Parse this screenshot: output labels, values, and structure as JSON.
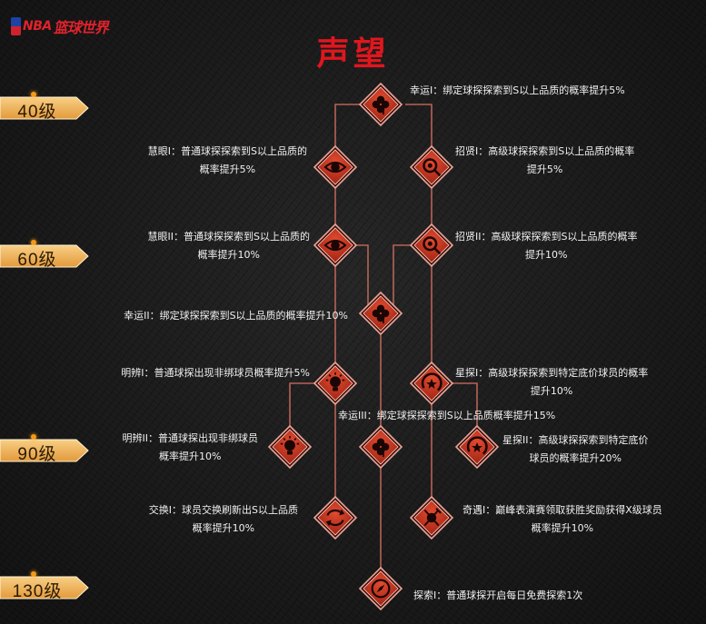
{
  "header": {
    "logo_nba": "NBA",
    "logo_cn": "篮球世界",
    "title": "声望"
  },
  "levels": [
    "40级",
    "60级",
    "90级",
    "130级"
  ],
  "colors": {
    "accent": "#e0161e",
    "node_red": "#c12e1c",
    "level_gold": "#f0b45a",
    "line": "#c96a5c"
  },
  "talents": [
    {
      "icon": "clover-icon",
      "lines": [
        "幸运I：绑定球探探索到S以上品质的概率提升5%"
      ]
    },
    {
      "icon": "eye-icon",
      "lines": [
        "慧眼I：普通球探探索到S以上品质的",
        "概率提升5%"
      ]
    },
    {
      "icon": "magnifier-icon",
      "lines": [
        "招贤I：高级球探探索到S以上品质的概率",
        "提升5%"
      ]
    },
    {
      "icon": "eye-icon",
      "lines": [
        "慧眼II：普通球探探索到S以上品质的",
        "概率提升10%"
      ]
    },
    {
      "icon": "magnifier-icon",
      "lines": [
        "招贤II：高级球探探索到S以上品质的概率",
        "提升10%"
      ]
    },
    {
      "icon": "clover-icon",
      "lines": [
        "幸运II：绑定球探探索到S以上品质的概率提升10%"
      ]
    },
    {
      "icon": "lightbulb-icon",
      "lines": [
        "明辨I：普通球探出现非绑球员概率提升5%"
      ]
    },
    {
      "icon": "star-orbit-icon",
      "lines": [
        "星探I：高级球探探索到特定底价球员的概率",
        "提升10%"
      ]
    },
    {
      "icon": "clover-icon",
      "lines": [
        "幸运III：绑定球探探索到S以上品质概率提升15%"
      ]
    },
    {
      "icon": "lightbulb-icon",
      "lines": [
        "明辨II：普通球探出现非绑球员",
        "概率提升10%"
      ]
    },
    {
      "icon": "star-orbit-icon",
      "lines": [
        "星探II：高级球探探索到特定底价",
        "球员的概率提升20%"
      ]
    },
    {
      "icon": "swap-icon",
      "lines": [
        "交换I：球员交换刷新出S以上品质",
        "概率提升10%"
      ]
    },
    {
      "icon": "trophy-icon",
      "lines": [
        "奇遇I：巅峰表演赛领取获胜奖励获得X级球员",
        "概率提升10%"
      ]
    },
    {
      "icon": "compass-icon",
      "lines": [
        "探索I：普通球探开启每日免费探索1次"
      ]
    }
  ]
}
